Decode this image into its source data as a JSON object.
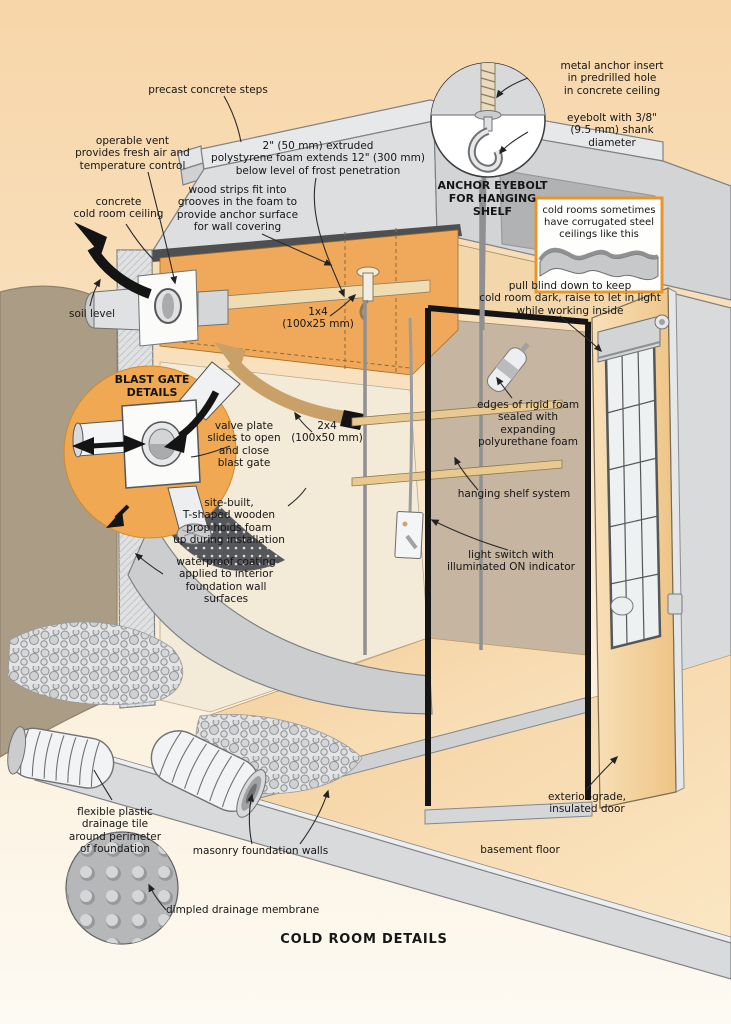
{
  "title": "COLD ROOM DETAILS",
  "palette": {
    "background_top": "#f7d6a9",
    "background_bottom": "#fdfaf3",
    "soil": "#ab9c85",
    "concrete": "#dcdee0",
    "concrete_dark_band": "#4e4f51",
    "foam_orange": "#f0a95a",
    "wood": "#f0dcb2",
    "interior_back_wall": "#c6b5a1",
    "door": "#f6d8aa",
    "blast_gate_circle": "#f0a852",
    "inset_border": "#e8962c",
    "ink": "#161616"
  },
  "labels": [
    {
      "id": "precast-steps",
      "text": "precast concrete steps"
    },
    {
      "id": "metal-anchor-insert",
      "text": "metal anchor insert\nin predrilled hole\nin concrete ceiling"
    },
    {
      "id": "eyebolt-shank",
      "text": "eyebolt with 3/8\"\n(9.5 mm) shank\ndiameter"
    },
    {
      "id": "anchor-eyebolt-heading",
      "text": "ANCHOR EYEBOLT\nFOR HANGING\nSHELF"
    },
    {
      "id": "corrugated-note",
      "text": "cold rooms sometimes\nhave corrugated steel\nceilings like this"
    },
    {
      "id": "operable-vent",
      "text": "operable vent\nprovides fresh air and\ntemperature control"
    },
    {
      "id": "foam-extends",
      "text": "2\" (50 mm) extruded\npolystyrene foam extends 12\" (300 mm)\nbelow level of frost penetration"
    },
    {
      "id": "wood-strips",
      "text": "wood strips fit into\ngrooves in the foam to\nprovide anchor surface\nfor wall covering"
    },
    {
      "id": "concrete-ceiling",
      "text": "concrete\ncold room ceiling"
    },
    {
      "id": "soil-level",
      "text": "soil level"
    },
    {
      "id": "pull-blind",
      "text": "pull blind down to keep\ncold room dark, raise to let in light\nwhile working inside"
    },
    {
      "id": "size-1x4",
      "text": "1x4\n(100x25 mm)"
    },
    {
      "id": "blast-gate-heading",
      "text": "BLAST GATE\nDETAILS"
    },
    {
      "id": "valve-plate",
      "text": "valve plate\nslides to open\nand close\nblast gate"
    },
    {
      "id": "size-2x4",
      "text": "2x4\n(100x50 mm)"
    },
    {
      "id": "edges-rigid-foam",
      "text": "edges of rigid foam\nsealed with\nexpanding\npolyurethane foam"
    },
    {
      "id": "hanging-shelf",
      "text": "hanging shelf system"
    },
    {
      "id": "site-built-prop",
      "text": "site-built,\nT-shaped wooden\nprop holds foam\nup during installation"
    },
    {
      "id": "light-switch",
      "text": "light switch with\nilluminated ON indicator"
    },
    {
      "id": "waterproof-coating",
      "text": "waterproof coating\napplied to interior\nfoundation wall\nsurfaces"
    },
    {
      "id": "flexible-drainage-tile",
      "text": "flexible plastic\ndrainage tile\naround perimeter\nof foundation"
    },
    {
      "id": "masonry-walls",
      "text": "masonry foundation walls"
    },
    {
      "id": "dimpled-membrane",
      "text": "dimpled drainage membrane"
    },
    {
      "id": "basement-floor",
      "text": "basement floor"
    },
    {
      "id": "exterior-door",
      "text": "exterior-grade,\ninsulated door"
    }
  ]
}
